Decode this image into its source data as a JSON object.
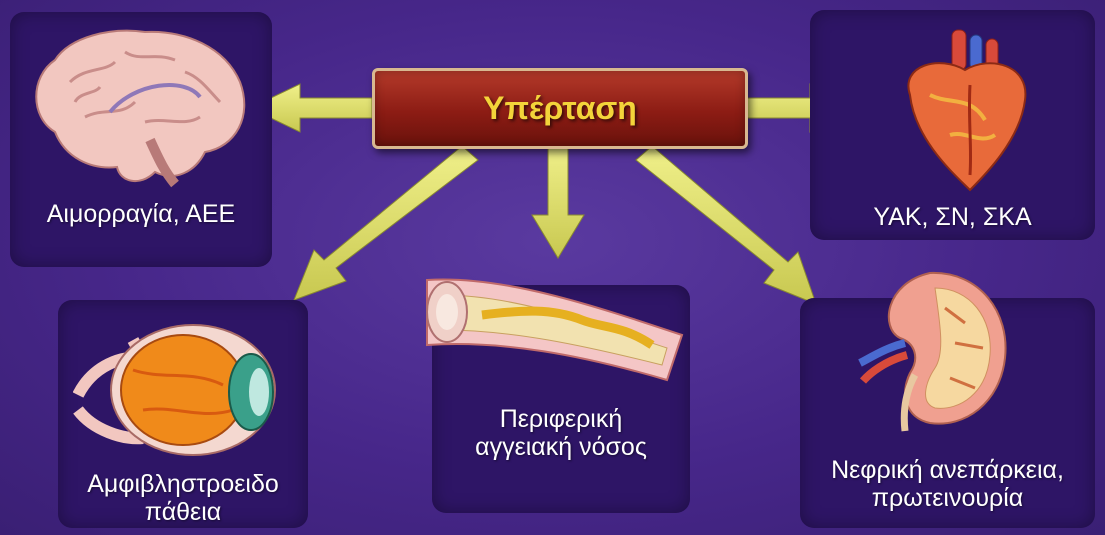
{
  "center": {
    "title": "Υπέρταση"
  },
  "nodes": {
    "brain": {
      "label": "Αιμορραγία, ΑΕΕ"
    },
    "heart": {
      "label": "ΥΑΚ, ΣΝ, ΣΚΑ"
    },
    "eye": {
      "line1": "Αμφιβληστροειδο",
      "line2": "πάθεια"
    },
    "vessel": {
      "line1": "Περιφερική",
      "line2": "αγγειακή νόσος"
    },
    "kidney": {
      "line1": "Νεφρική ανεπάρκεια,",
      "line2": "πρωτεινουρία"
    }
  },
  "colors": {
    "background": "#47278a",
    "panel": "#2e1566",
    "center_box": "#8c1c14",
    "center_text": "#f3d43a",
    "arrow": "#e0e070",
    "label_text": "#ffffff"
  }
}
